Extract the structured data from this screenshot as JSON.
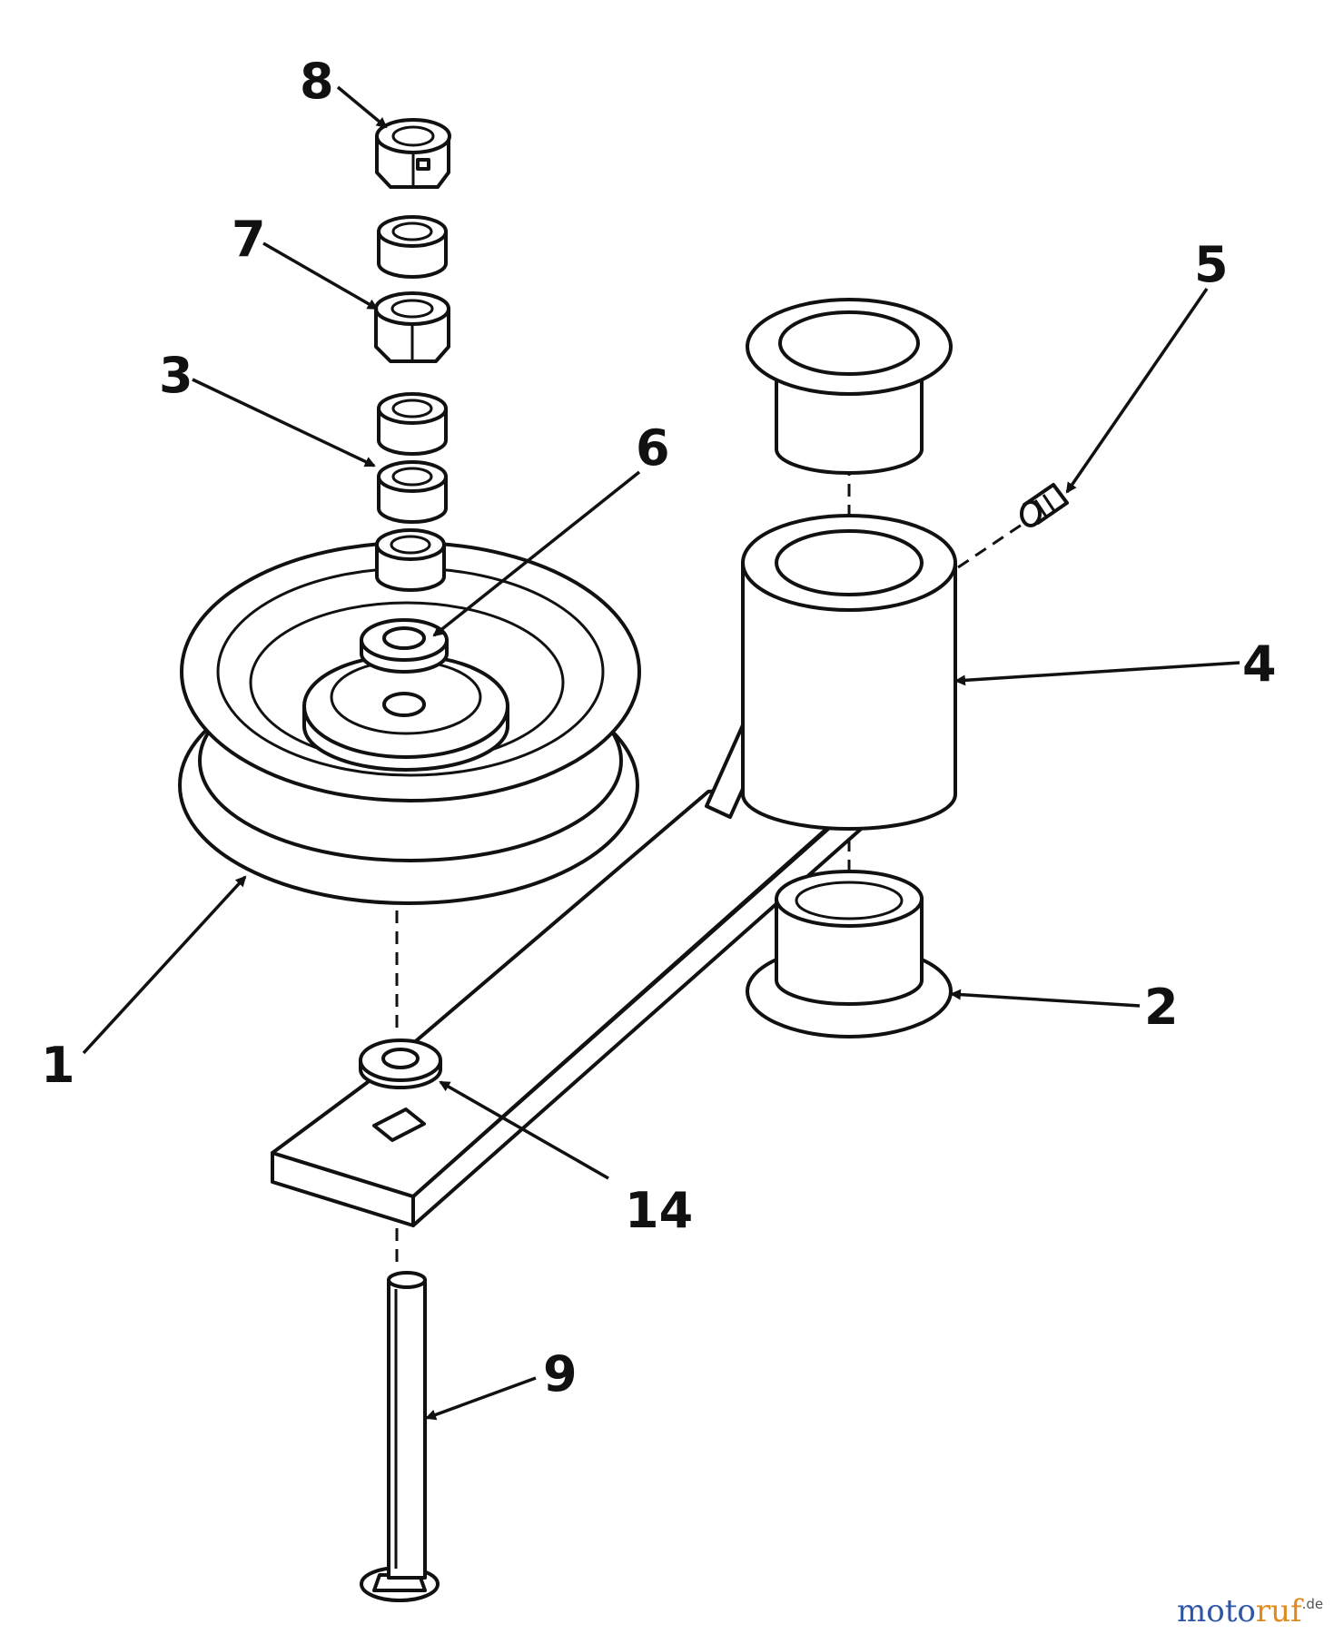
{
  "callouts": [
    {
      "id": "1",
      "label": "1"
    },
    {
      "id": "2",
      "label": "2"
    },
    {
      "id": "3",
      "label": "3"
    },
    {
      "id": "4",
      "label": "4"
    },
    {
      "id": "5",
      "label": "5"
    },
    {
      "id": "6",
      "label": "6"
    },
    {
      "id": "7",
      "label": "7"
    },
    {
      "id": "8",
      "label": "8"
    },
    {
      "id": "9",
      "label": "9"
    },
    {
      "id": "14",
      "label": "14"
    }
  ],
  "watermark": {
    "moto": "moto",
    "ruf": "ruf",
    "tld": ".de",
    "colors": {
      "moto": "#2f56a6",
      "ruf": "#e08a1e"
    }
  }
}
